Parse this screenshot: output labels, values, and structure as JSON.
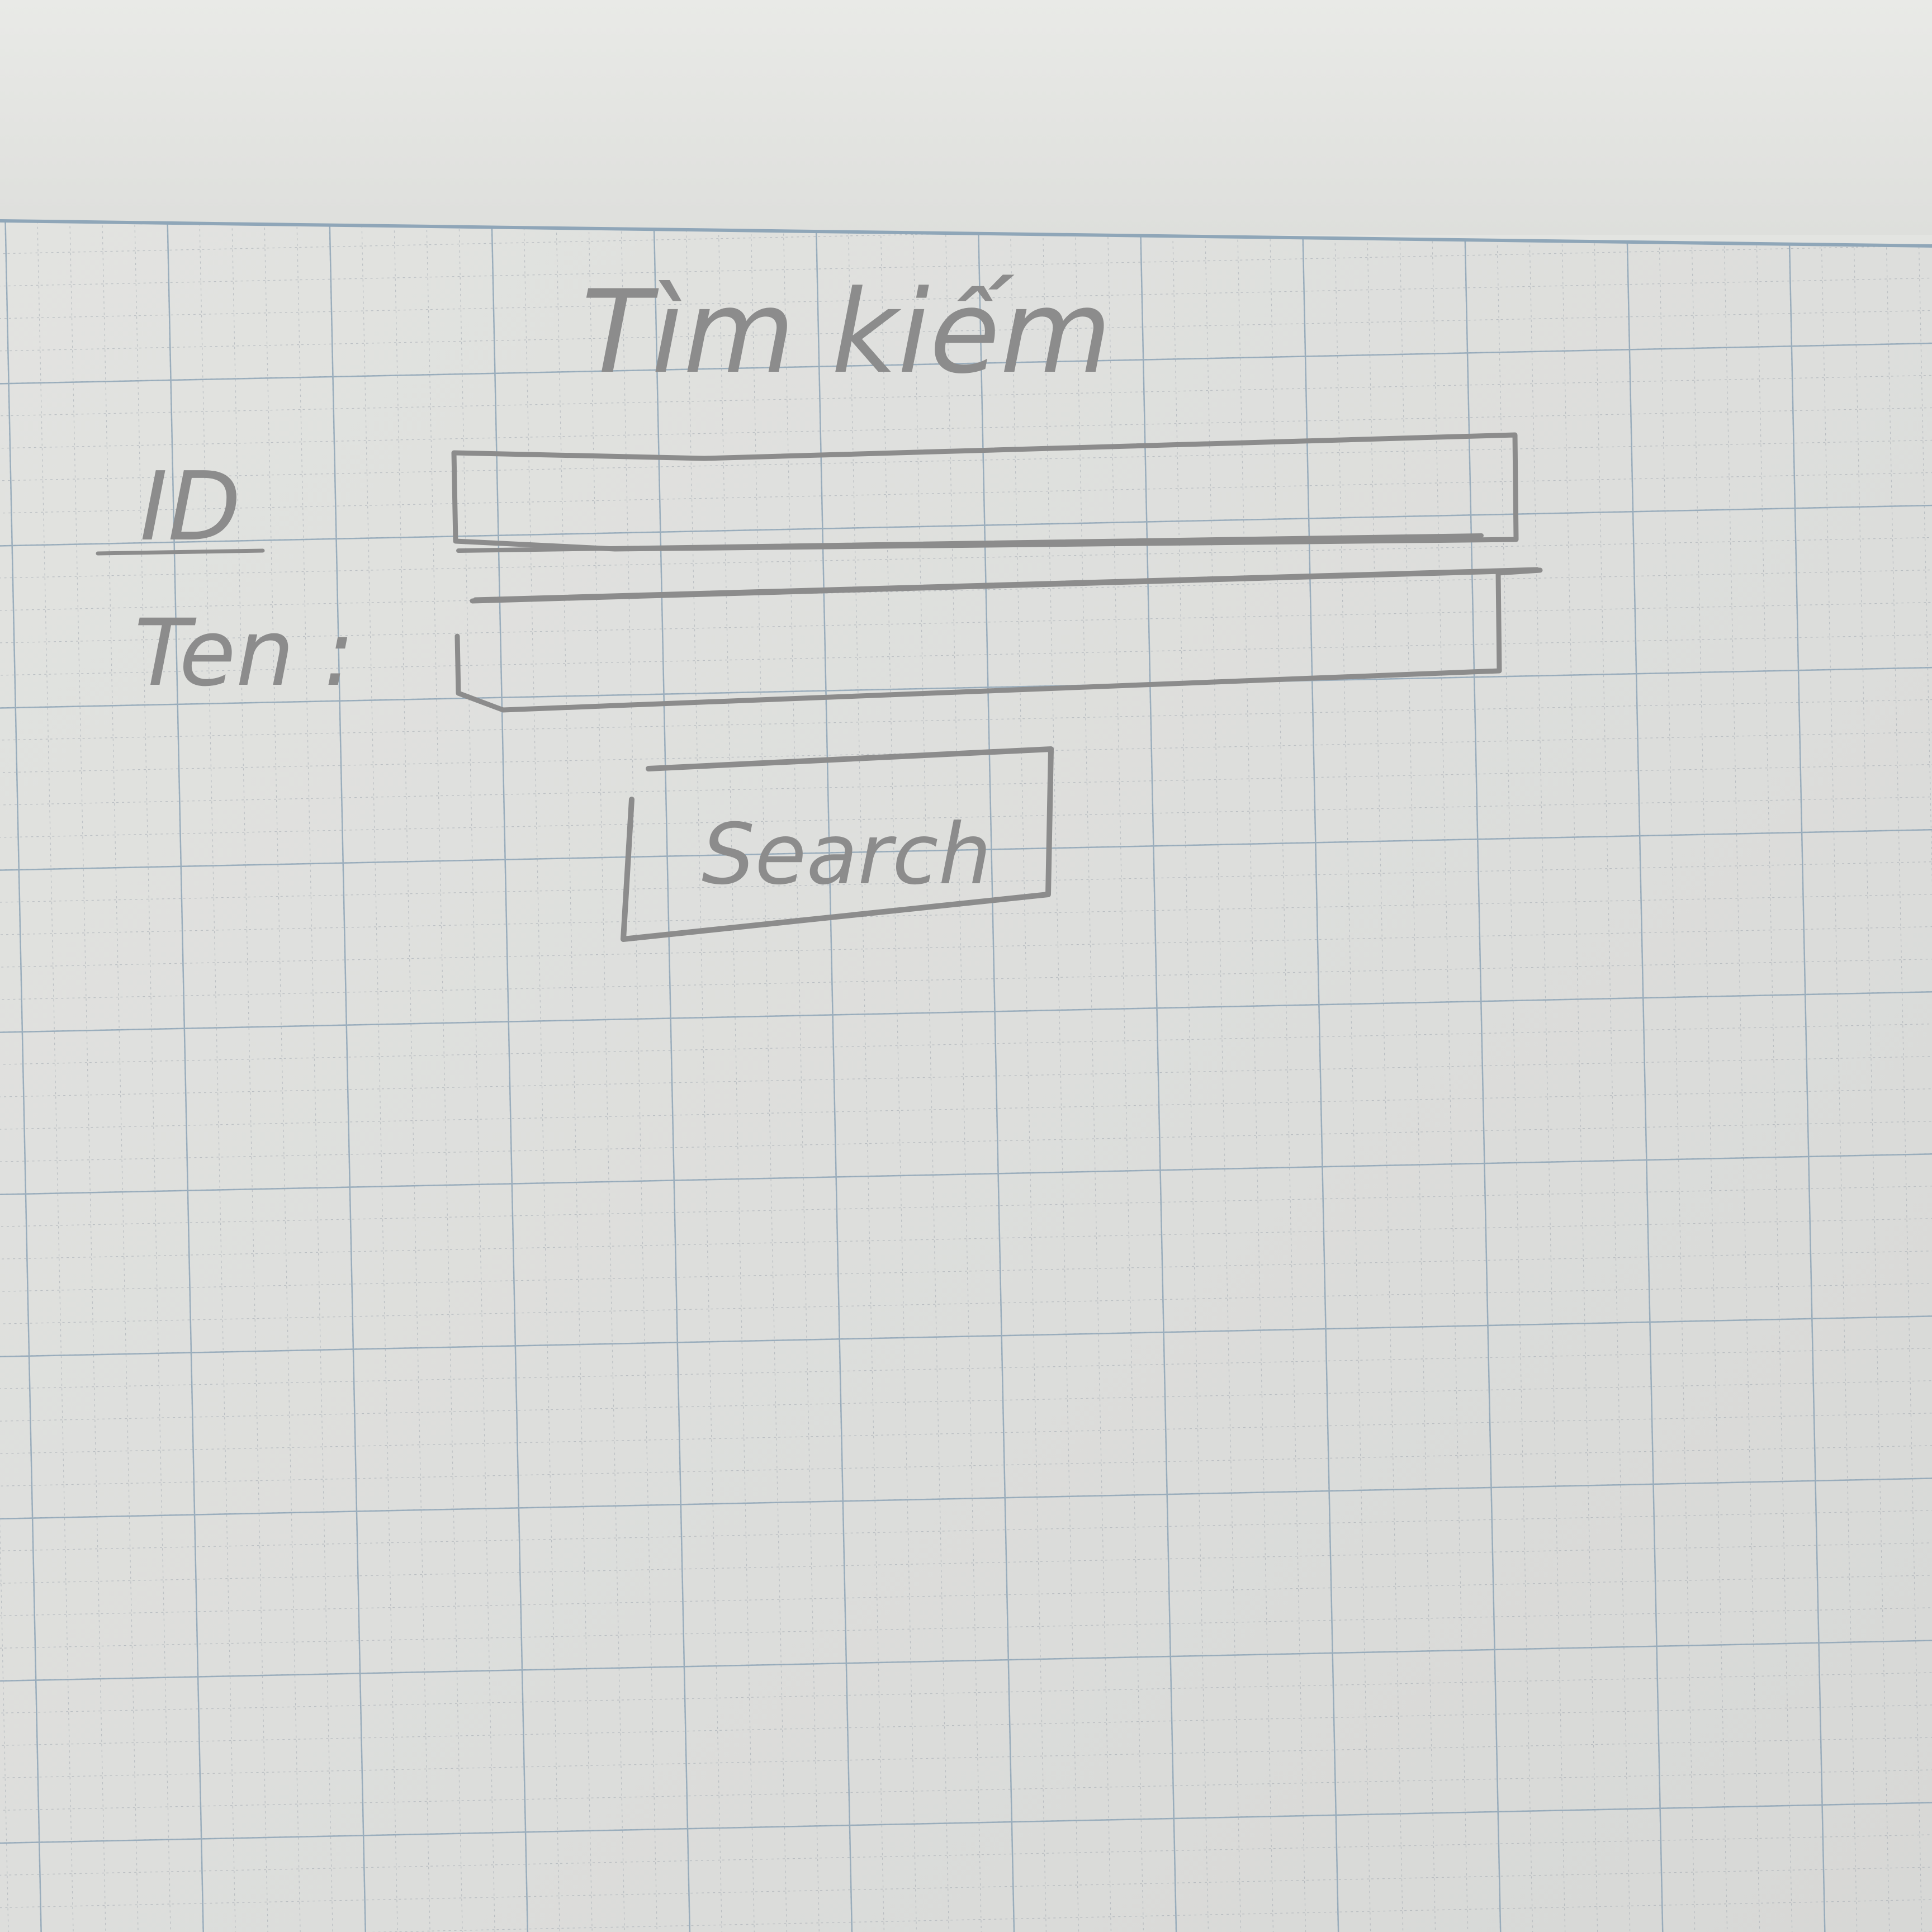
{
  "colors": {
    "paper": "#dfe0dd",
    "paper_top": "#e8e9e6",
    "grid_major": "#8fa6b8",
    "grid_minor": "#9aa2aa",
    "pencil": "#8c8c8c"
  },
  "sketch": {
    "title": "Tìm kiếm",
    "id_label": "ID",
    "name_label": "Ten :",
    "id_input_value": "",
    "name_input_value": "",
    "search_button_label": "Search"
  }
}
